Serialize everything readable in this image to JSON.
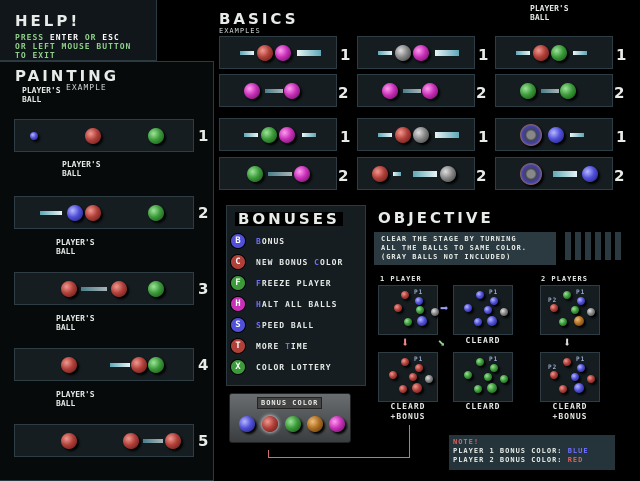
{
  "help": {
    "title": "HELP!",
    "line1_a": "PRESS ",
    "line1_b": "ENTER",
    "line1_c": " OR ",
    "line1_d": "ESC",
    "line2": "OR LEFT MOUSE BUTTON",
    "line3": "TO EXIT"
  },
  "painting": {
    "title": "PAINTING",
    "subtitle": "EXAMPLE",
    "players_ball": "PLAYER'S\nBALL",
    "steps": [
      "1",
      "2",
      "3",
      "4",
      "5"
    ]
  },
  "basics": {
    "title": "BASICS",
    "subtitle": "EXAMPLES",
    "players_ball": "PLAYER'S\nBALL",
    "step1": "1",
    "step2": "2"
  },
  "bonuses": {
    "title": "BONUSES",
    "items": [
      {
        "letter": "B",
        "key": "B",
        "rest": "ONUS",
        "pre": "",
        "color": "#5050d8"
      },
      {
        "letter": "C",
        "key": "C",
        "pre": "NEW BONUS ",
        "rest": "OLOR",
        "color": "#b0403a"
      },
      {
        "letter": "F",
        "key": "F",
        "pre": "",
        "rest": "REEZE PLAYER",
        "color": "#3c9a3a"
      },
      {
        "letter": "H",
        "key": "H",
        "pre": "",
        "rest": "ALT ALL BALLS",
        "color": "#c830b8"
      },
      {
        "letter": "S",
        "key": "S",
        "pre": "",
        "rest": "PEED BALL",
        "color": "#5050d8"
      },
      {
        "letter": "T",
        "key": "T",
        "pre": "MORE ",
        "rest": "IME",
        "color": "#b0403a"
      },
      {
        "letter": "X",
        "key": "",
        "pre": "COLOR LOTTERY",
        "rest": "",
        "color": "#3c9a3a"
      }
    ]
  },
  "bonus_color": {
    "label": "BONUS COLOR"
  },
  "objective": {
    "title": "OBJECTIVE",
    "text1": "CLEAR THE STAGE BY TURNING",
    "text2": "ALL THE BALLS TO SAME COLOR.",
    "text3": "(GRAY BALLS NOT INCLUDED)",
    "one_player": "1 PLAYER",
    "two_players": "2 PLAYERS",
    "p1": "P1",
    "p2": "P2",
    "cleard": "CLEARD",
    "bonus": "+BONUS"
  },
  "note": {
    "title": "NOTE!",
    "p1": "PLAYER 1 BONUS COLOR: ",
    "p1_color": "BLUE",
    "p2": "PLAYER 2 BONUS COLOR: ",
    "p2_color": "RED"
  }
}
